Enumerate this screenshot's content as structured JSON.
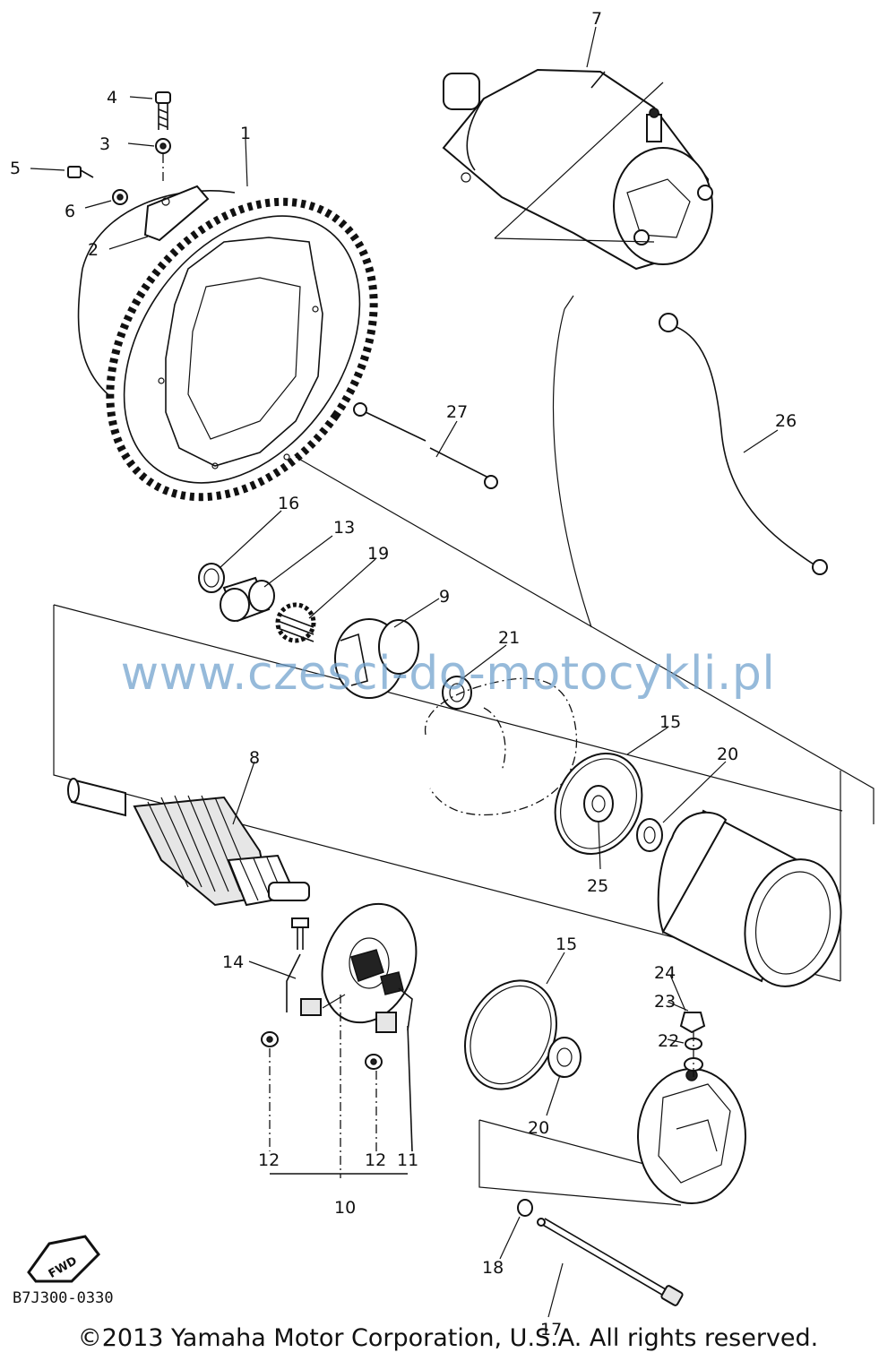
{
  "diagram": {
    "parts": [
      {
        "key": "p1",
        "label": "1"
      },
      {
        "key": "p2",
        "label": "2"
      },
      {
        "key": "p3",
        "label": "3"
      },
      {
        "key": "p4",
        "label": "4"
      },
      {
        "key": "p5",
        "label": "5"
      },
      {
        "key": "p6",
        "label": "6"
      },
      {
        "key": "p7",
        "label": "7"
      },
      {
        "key": "p8",
        "label": "8"
      },
      {
        "key": "p9",
        "label": "9"
      },
      {
        "key": "p10",
        "label": "10"
      },
      {
        "key": "p11",
        "label": "11"
      },
      {
        "key": "p12a",
        "label": "12"
      },
      {
        "key": "p12b",
        "label": "12"
      },
      {
        "key": "p13",
        "label": "13"
      },
      {
        "key": "p14",
        "label": "14"
      },
      {
        "key": "p15a",
        "label": "15"
      },
      {
        "key": "p15b",
        "label": "15"
      },
      {
        "key": "p16",
        "label": "16"
      },
      {
        "key": "p17",
        "label": "17"
      },
      {
        "key": "p18",
        "label": "18"
      },
      {
        "key": "p19",
        "label": "19"
      },
      {
        "key": "p20a",
        "label": "20"
      },
      {
        "key": "p20b",
        "label": "20"
      },
      {
        "key": "p21",
        "label": "21"
      },
      {
        "key": "p22",
        "label": "22"
      },
      {
        "key": "p23",
        "label": "23"
      },
      {
        "key": "p24",
        "label": "24"
      },
      {
        "key": "p25",
        "label": "25"
      },
      {
        "key": "p26",
        "label": "26"
      },
      {
        "key": "p27",
        "label": "27"
      }
    ],
    "fwd_badge": "FWD",
    "diagram_code": "B7J300-0330"
  },
  "watermark": "www.czesci-do-motocykli.pl",
  "copyright": "©2013 Yamaha Motor Corporation, U.S.A. All rights reserved."
}
